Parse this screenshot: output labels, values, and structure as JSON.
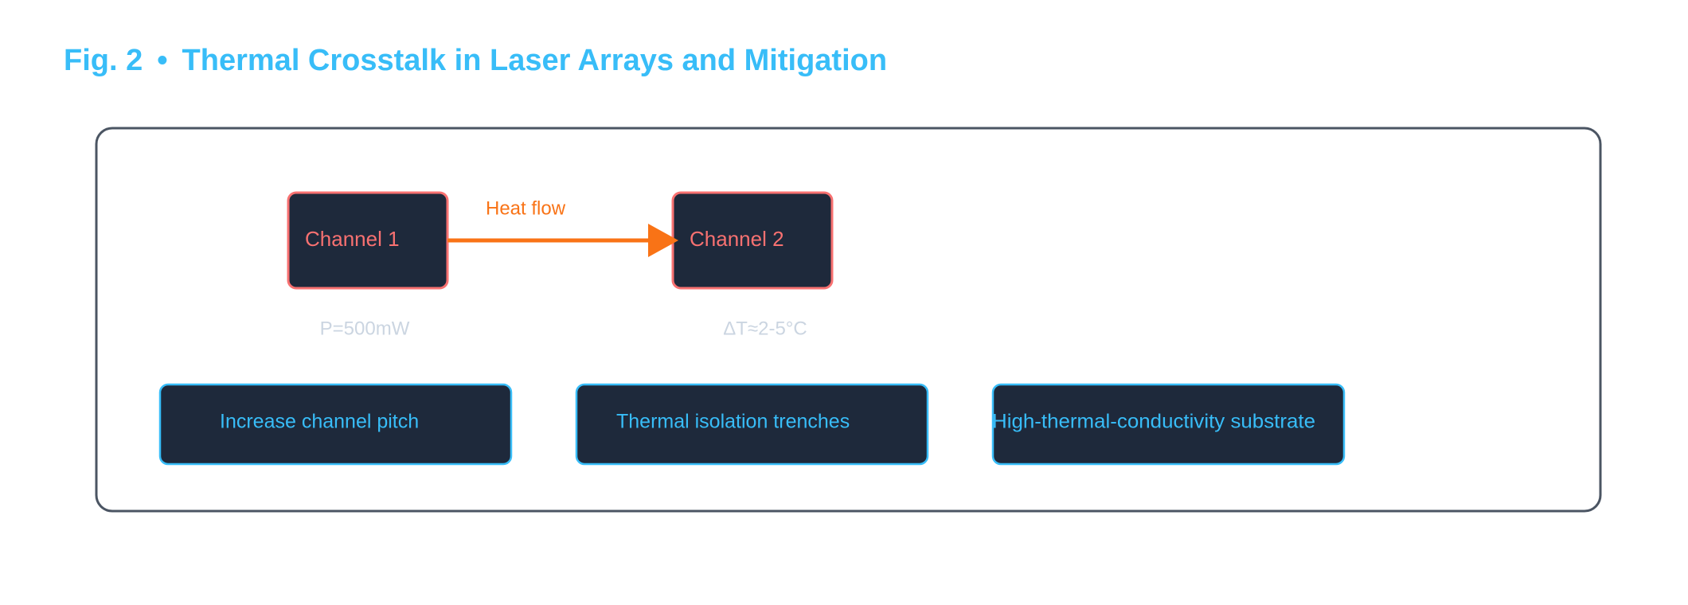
{
  "figure": {
    "label": "Fig. 2",
    "separator": "•",
    "title": "Thermal Crosstalk in Laser Arrays and Mitigation"
  },
  "diagram": {
    "channels": [
      {
        "label": "Channel 1",
        "annotation": "P=500mW"
      },
      {
        "label": "Channel 2",
        "annotation": "ΔT≈2-5°C"
      }
    ],
    "edge": {
      "label": "Heat flow"
    },
    "mitigations": [
      {
        "label": "Increase channel pitch"
      },
      {
        "label": "Thermal isolation trenches"
      },
      {
        "label": "High-thermal-conductivity substrate"
      }
    ]
  },
  "colors": {
    "title": "#38bdf8",
    "panel_border": "#4b5563",
    "node_fill": "#1e293b",
    "channel_border": "#f87171",
    "channel_text": "#f87171",
    "heat_arrow": "#f97316",
    "annotation_text": "#cbd5e1",
    "mitigation_border": "#38bdf8",
    "mitigation_text": "#38bdf8"
  }
}
